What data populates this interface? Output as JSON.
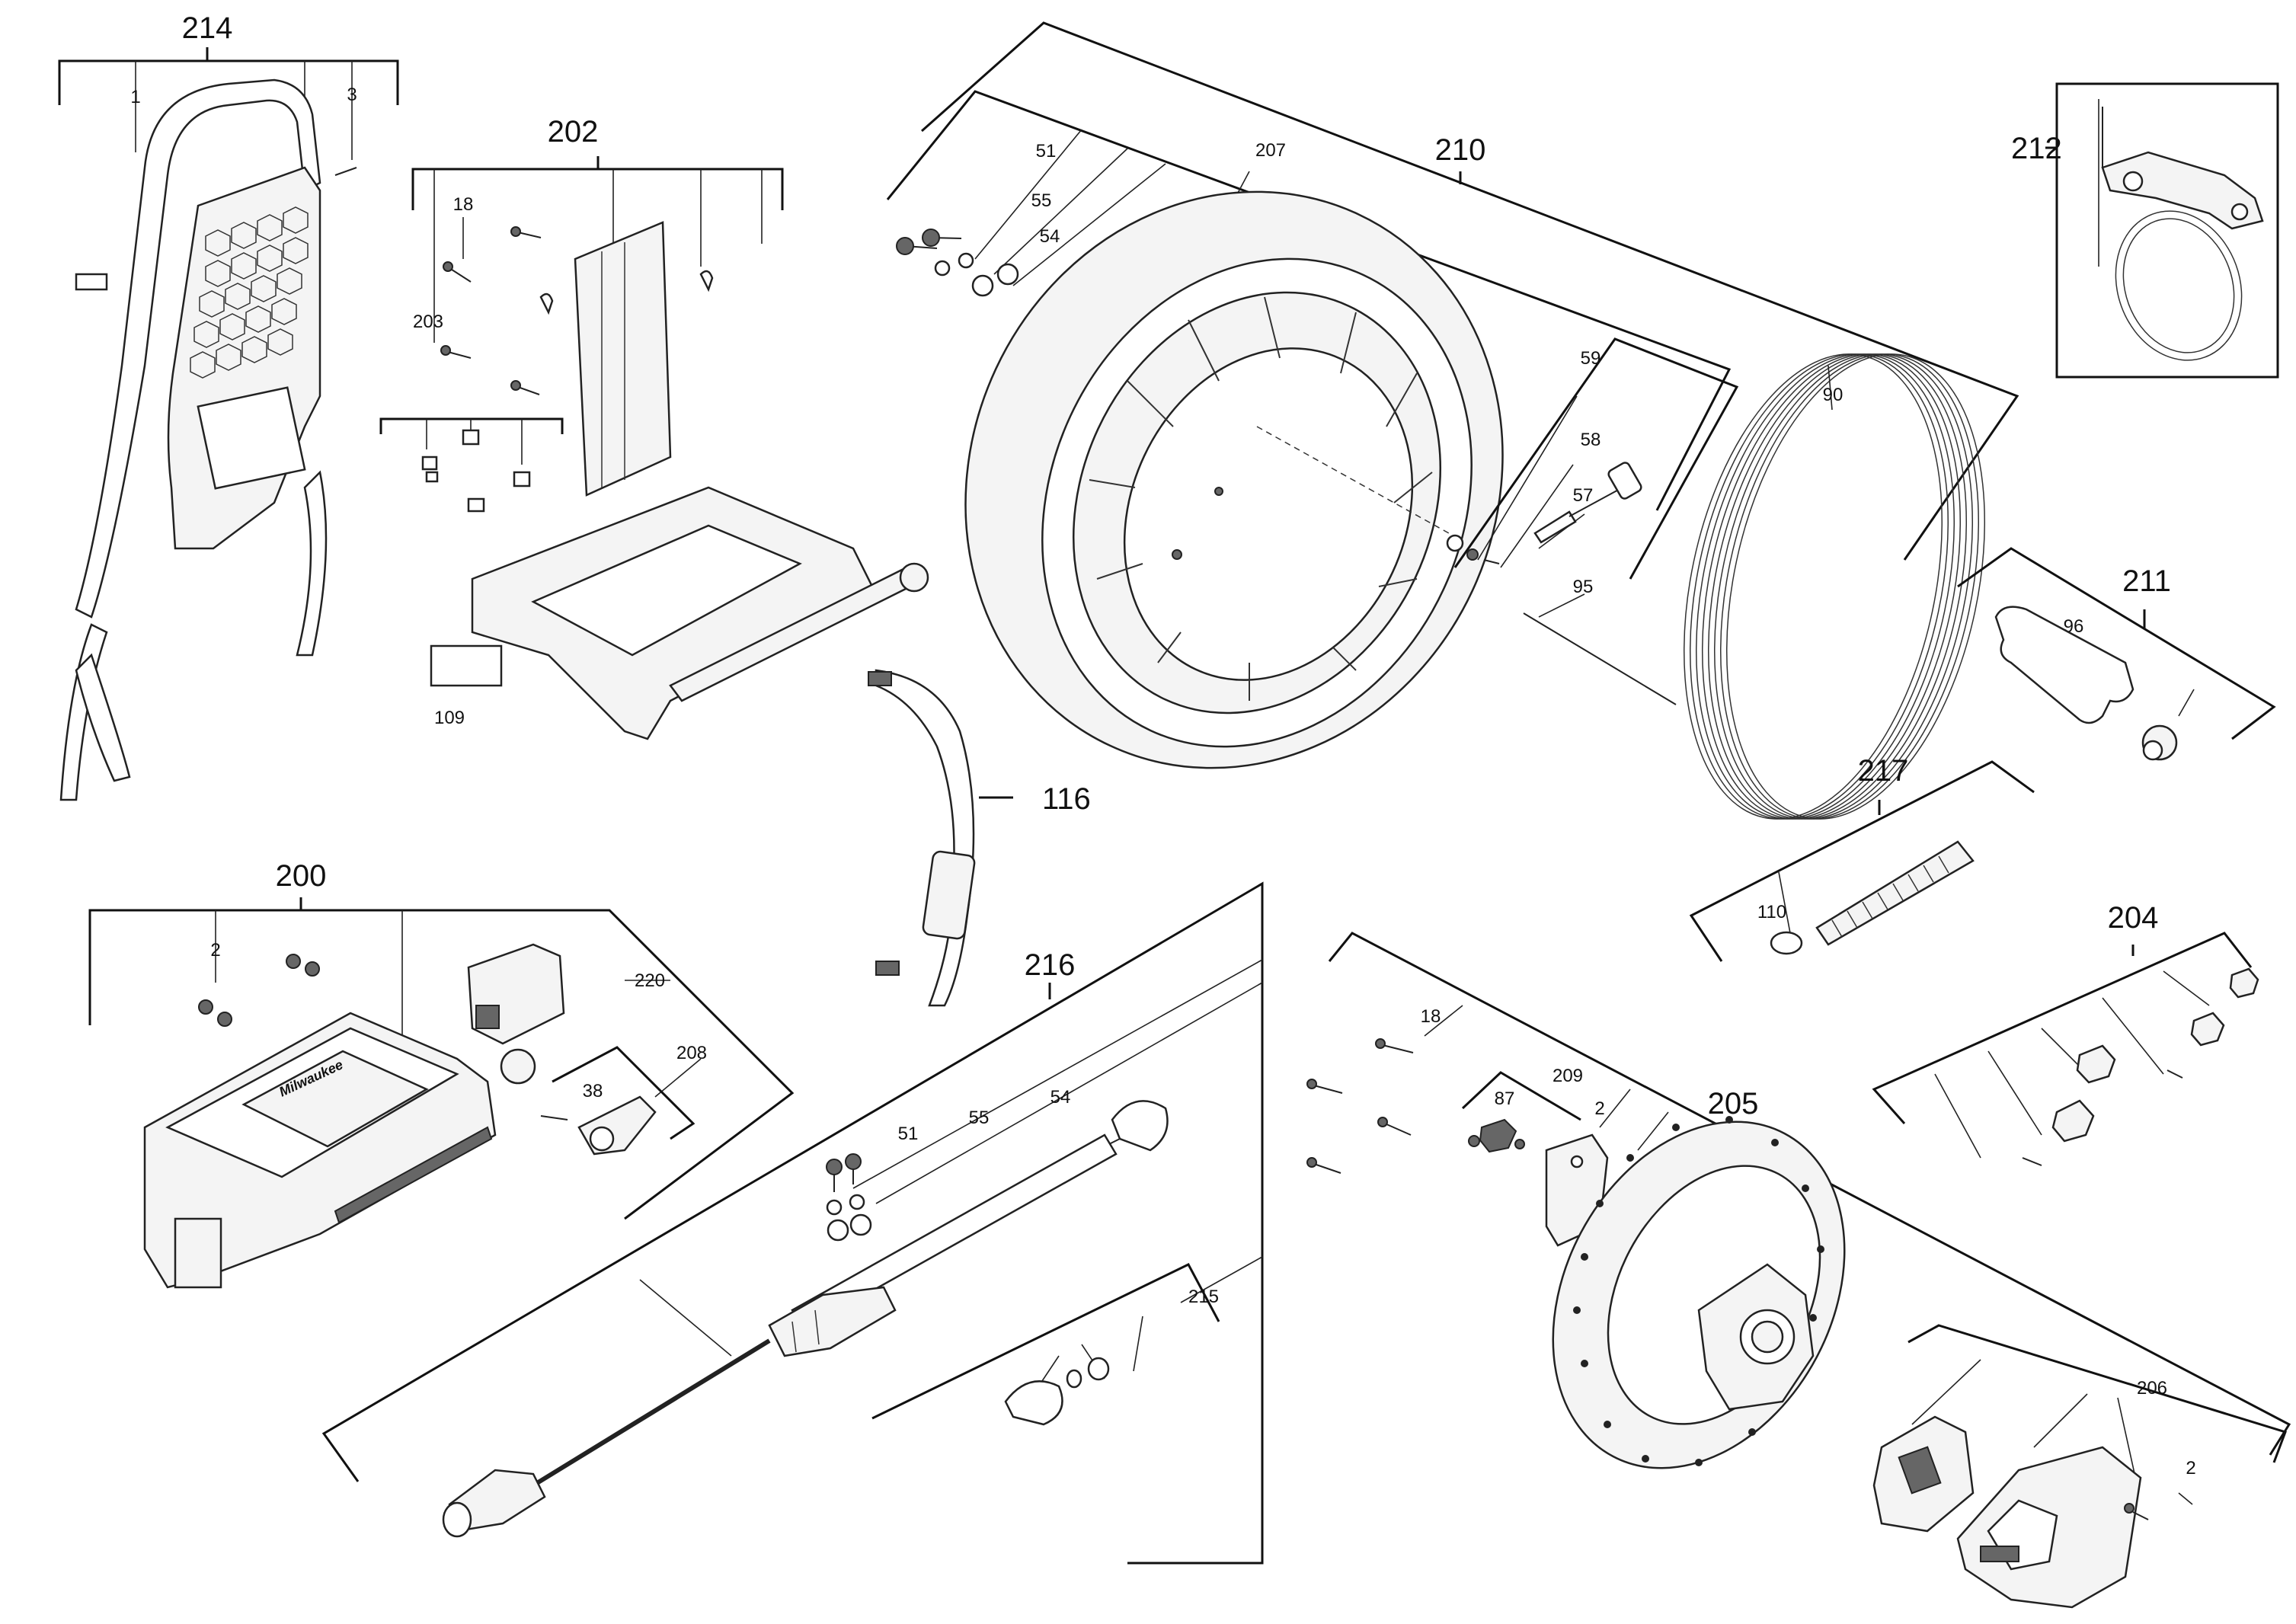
{
  "diagram": {
    "labels": {
      "l214": "214",
      "l1": "1",
      "l3": "3",
      "l202": "202",
      "l18a": "18",
      "l203": "203",
      "l109": "109",
      "l116": "116",
      "l200": "200",
      "l2a": "2",
      "l220": "220",
      "l208": "208",
      "l38": "38",
      "l210": "210",
      "l207": "207",
      "l51a": "51",
      "l55a": "55",
      "l54a": "54",
      "l59": "59",
      "l58": "58",
      "l57": "57",
      "l95": "95",
      "l90": "90",
      "l212": "212",
      "l211": "211",
      "l96": "96",
      "l217": "217",
      "l110": "110",
      "l204": "204",
      "l216": "216",
      "l51b": "51",
      "l55b": "55",
      "l54b": "54",
      "l215": "215",
      "l18b": "18",
      "l209": "209",
      "l87": "87",
      "l2b": "2",
      "l205": "205",
      "l206": "206",
      "l2c": "2"
    }
  }
}
